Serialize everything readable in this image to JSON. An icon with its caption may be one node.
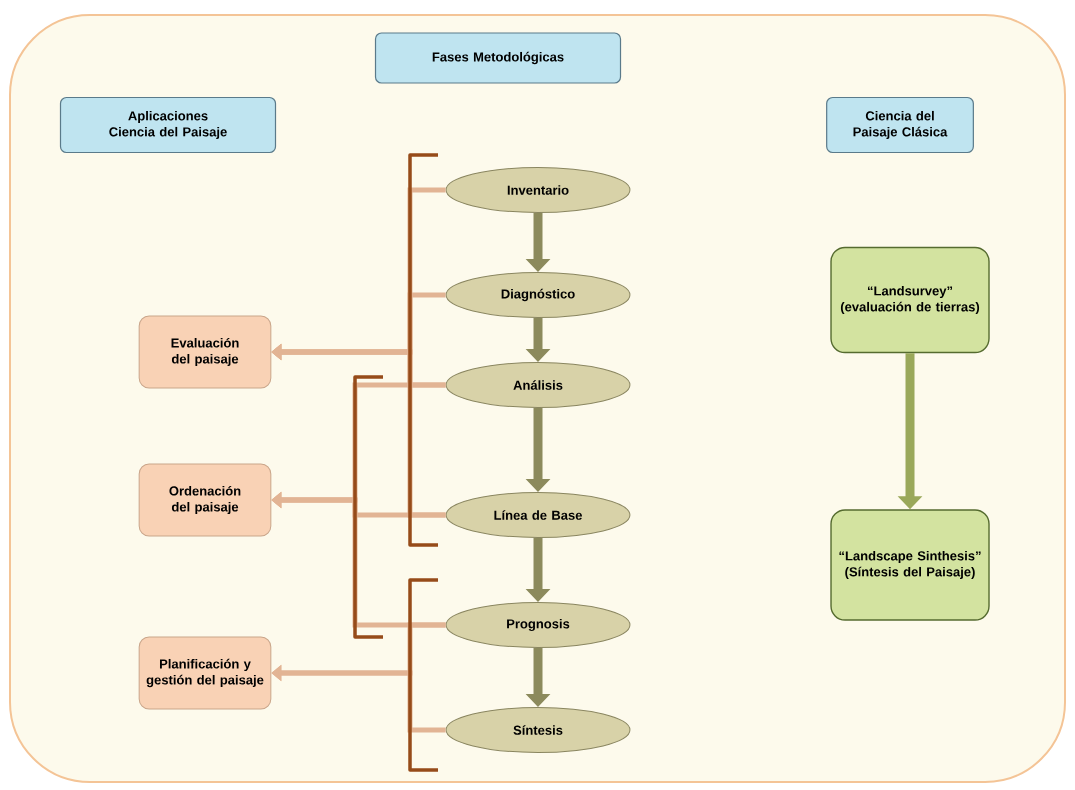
{
  "diagram": {
    "nodes": [
      {
        "text": [
          "Fases Metodológicas"
        ]
      },
      {
        "text": [
          "Aplicaciones Ciencia del Paisaje"
        ]
      },
      {
        "text": [
          "Ciencia del Paisaje Clásica"
        ]
      },
      {
        "text": [
          "Inventario"
        ]
      },
      {
        "text": [
          "Diagnóstico"
        ]
      },
      {
        "text": [
          "Análisis"
        ]
      },
      {
        "text": [
          "Línea de Base"
        ]
      },
      {
        "text": [
          "Prognosis"
        ]
      },
      {
        "text": [
          "Síntesis"
        ]
      },
      {
        "text": [
          "Evaluación del paisaje"
        ]
      },
      {
        "text": [
          "Ordenación del paisaje"
        ]
      },
      {
        "text": [
          "Planificación y gestión del paisaje"
        ]
      },
      {
        "text": [
          "“Landsurvey”",
          "(evaluación de tierras)"
        ]
      },
      {
        "text": [
          "“Landscape Sinthesis”",
          "(Síntesis del Paisaje)"
        ]
      }
    ],
    "edges": [
      {
        "from": 3,
        "to": 4,
        "arrow": "to",
        "style": "thick",
        "color": "#8c8a5c"
      },
      {
        "from": 4,
        "to": 5,
        "arrow": "to",
        "style": "thick",
        "color": "#8c8a5c"
      },
      {
        "from": 5,
        "to": 6,
        "arrow": "to",
        "style": "thick",
        "color": "#8c8a5c"
      },
      {
        "from": 6,
        "to": 7,
        "arrow": "to",
        "style": "thick",
        "color": "#8c8a5c"
      },
      {
        "from": 7,
        "to": 8,
        "arrow": "to",
        "style": "thick",
        "color": "#8c8a5c"
      },
      {
        "from": 12,
        "to": 13,
        "arrow": "to",
        "style": "thick",
        "color": "#9aa85a"
      },
      {
        "from": 3,
        "to": 9,
        "arrow": "to",
        "color": "#e2b494"
      },
      {
        "from": 4,
        "to": 9,
        "arrow": "to",
        "color": "#e2b494"
      },
      {
        "from": 5,
        "to": 9,
        "arrow": "to",
        "color": "#e2b494"
      },
      {
        "from": 6,
        "to": 9,
        "arrow": "to",
        "color": "#e2b494"
      },
      {
        "from": 5,
        "to": 10,
        "arrow": "to",
        "color": "#e2b494"
      },
      {
        "from": 6,
        "to": 10,
        "arrow": "to",
        "color": "#e2b494"
      },
      {
        "from": 7,
        "to": 10,
        "arrow": "to",
        "color": "#e2b494"
      },
      {
        "from": 7,
        "to": 11,
        "arrow": "to",
        "color": "#e2b494"
      },
      {
        "from": 8,
        "to": 11,
        "arrow": "to",
        "color": "#e2b494"
      }
    ]
  }
}
